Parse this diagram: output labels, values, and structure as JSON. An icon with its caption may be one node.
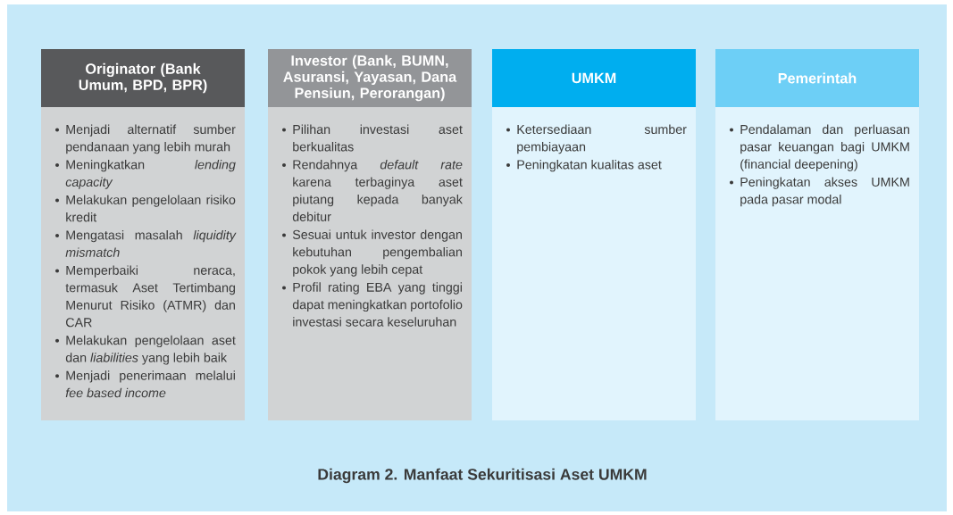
{
  "diagram": {
    "caption": "Diagram 2. Manfaat Sekuritisasi Aset UMKM",
    "nodes": [
      {
        "text": [
          "Originator (Bank Umum, BPD, BPR)",
          "Menjadi alternatif sumber pendanaan yang lebih murah",
          "Meningkatkan *lending capacity*",
          "Melakukan pengelolaan risiko kredit",
          "Mengatasi masalah *liquidity mismatch*",
          "Memperbaiki neraca, termasuk Aset Tertimbang Menurut Risiko (ATMR) dan CAR",
          "Melakukan pengelolaan aset dan *liabilities* yang lebih baik",
          "Menjadi penerimaan melalui *fee based income*"
        ]
      },
      {
        "text": [
          "Investor (Bank, BUMN, Asuransi, Yayasan, Dana Pensiun, Perorangan)",
          "Pilihan investasi aset berkualitas",
          "Rendahnya *default rate* karena terbaginya aset piutang kepada banyak debitur",
          "Sesuai untuk investor dengan kebutuhan pengembalian pokok yang lebih cepat",
          "Profil rating EBA yang tinggi dapat meningkatkan portofolio investasi secara keseluruhan"
        ]
      },
      {
        "text": [
          "UMKM",
          "Ketersediaan sumber pembiayaan",
          "Peningkatan kualitas aset"
        ]
      },
      {
        "text": [
          "Pemerintah",
          "Pendalaman dan perluasan pasar keuangan bagi UMKM (financial deepening)",
          "Peningkatan akses UMKM pada pasar modal"
        ]
      }
    ]
  }
}
